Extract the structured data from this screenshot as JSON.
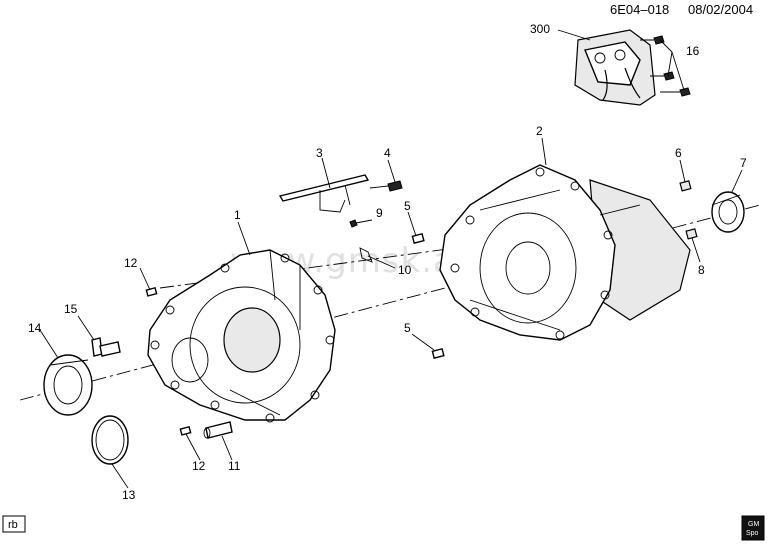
{
  "header": {
    "diagram_code": "6E04–018",
    "date": "08/02/2004"
  },
  "watermark": "www.gmsk.ad.ru",
  "footer": {
    "corner_tag": "rb",
    "logo_top": "GM",
    "logo_bottom": "Spo"
  },
  "callouts": {
    "c1": "1",
    "c2": "2",
    "c3": "3",
    "c4": "4",
    "c5a": "5",
    "c5b": "5",
    "c6": "6",
    "c7": "7",
    "c8": "8",
    "c9": "9",
    "c10": "10",
    "c11": "11",
    "c12a": "12",
    "c12b": "12",
    "c13": "13",
    "c14": "14",
    "c15": "15",
    "c16": "16",
    "c300": "300"
  }
}
